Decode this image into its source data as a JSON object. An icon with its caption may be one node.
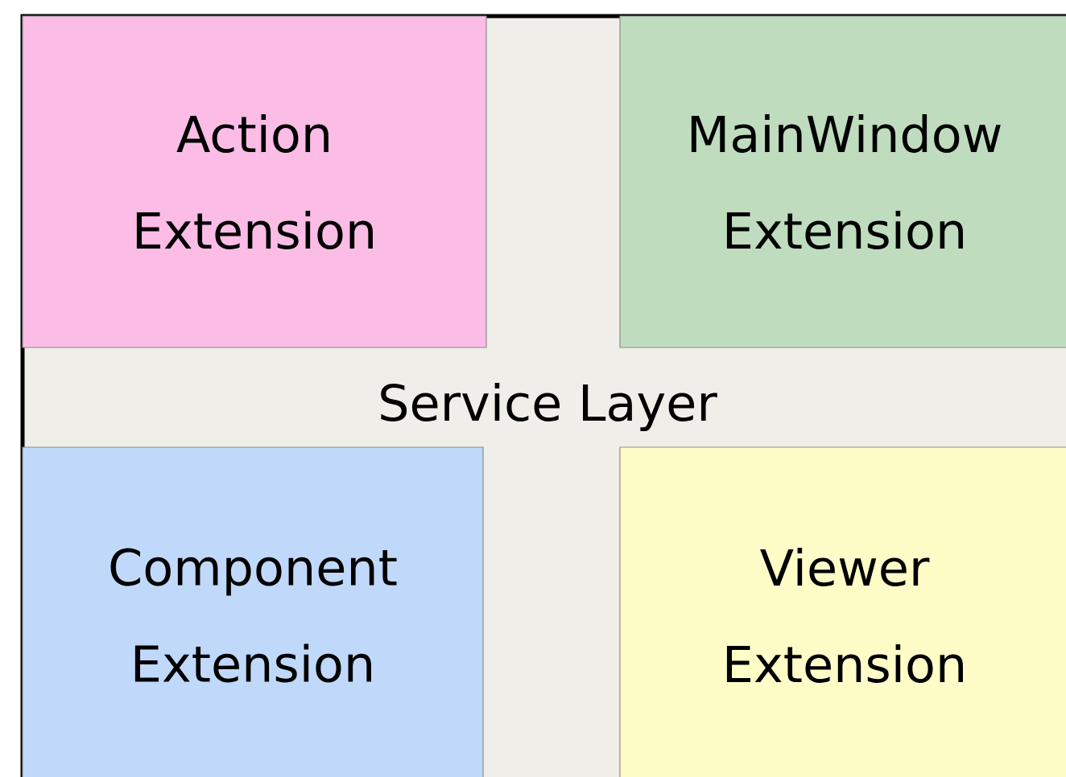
{
  "diagram": {
    "nodes": [
      {
        "text": [
          "Service Layer"
        ]
      },
      {
        "text": [
          "Action Extension"
        ],
        "in": 0
      },
      {
        "text": [
          "MainWindow Extension"
        ],
        "in": 0
      },
      {
        "text": [
          "Component Extension"
        ],
        "in": 0
      },
      {
        "text": [
          "Viewer Extension"
        ],
        "in": 0
      }
    ]
  }
}
